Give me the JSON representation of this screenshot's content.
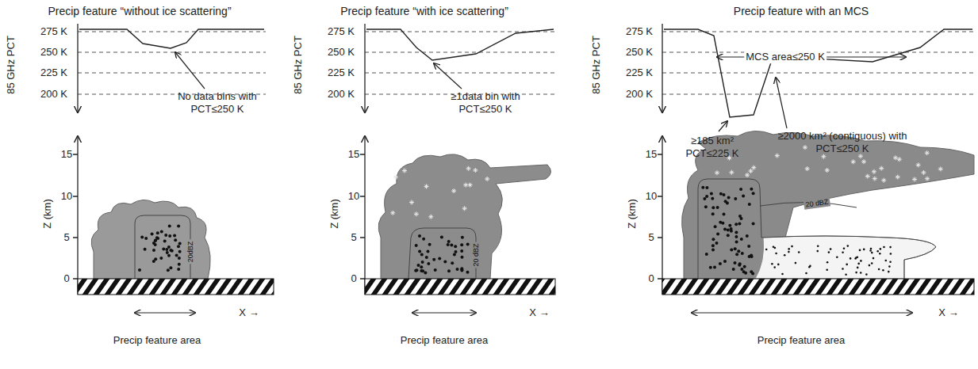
{
  "diagram": {
    "labels": [
      "Precip feature “without ice scattering”",
      "85 GHz PCT",
      "275 K",
      "250 K",
      "225 K",
      "200 K",
      "No data bins with PCT≤250 K",
      "15",
      "10",
      "5",
      "0",
      "Z (km)",
      "20dBZ",
      "X →",
      "Precip feature area",
      "Precip feature “with ice scattering”",
      "85 GHz PCT",
      "275 K",
      "250 K",
      "225 K",
      "200 K",
      "≥1data bin with PCT≤250 K",
      "15",
      "10",
      "5",
      "0",
      "Z (km)",
      "20 dBZ",
      "X →",
      "Precip feature area",
      "Precip feature with an MCS",
      "85 GHz PCT",
      "275 K",
      "250 K",
      "225 K",
      "200 K",
      "MCS area≤250 K",
      "≥185 km² PCT≤225 K",
      "≥2000 km² (contiguous) with PCT≤250 K",
      "15",
      "10",
      "5",
      "0",
      "Z (km)",
      "20 dBZ",
      "X →",
      "Precip feature area"
    ]
  }
}
